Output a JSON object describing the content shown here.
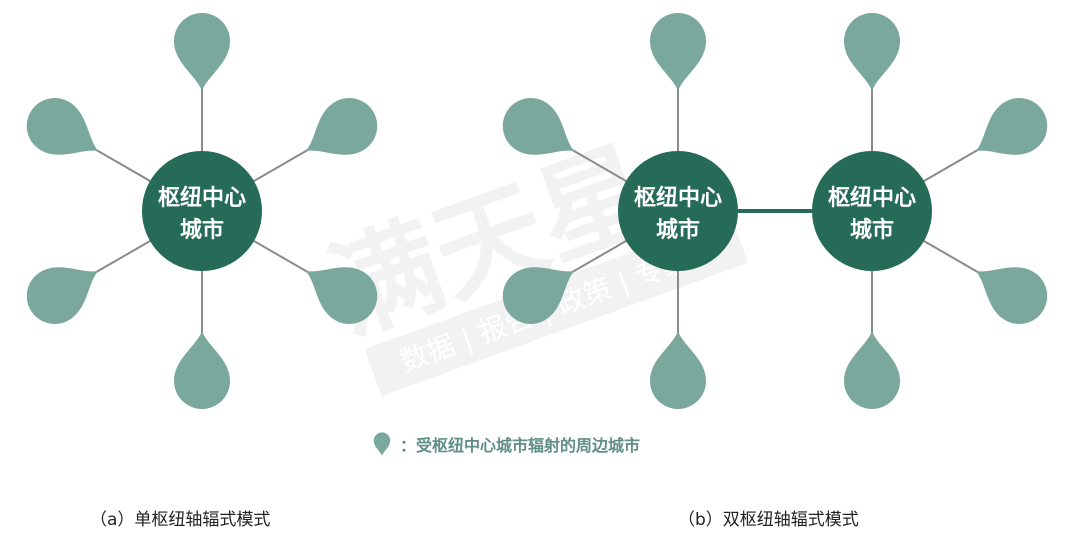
{
  "colors": {
    "hub": "#256b58",
    "spoke": "#7aa89c",
    "line": "#8a8a8a",
    "link": "#256b58"
  },
  "hub_label_line1": "枢纽中心",
  "hub_label_line2": "城市",
  "legend": {
    "icon": "map-pin-icon",
    "text": "：受枢纽中心城市辐射的周边城市"
  },
  "captions": {
    "a": "（a）单枢纽轴辐式模式",
    "b": "（b）双枢纽轴辐式模式"
  },
  "watermark": {
    "main": "满天星",
    "sub": "数据 | 报告 | 政策 | 专家"
  }
}
